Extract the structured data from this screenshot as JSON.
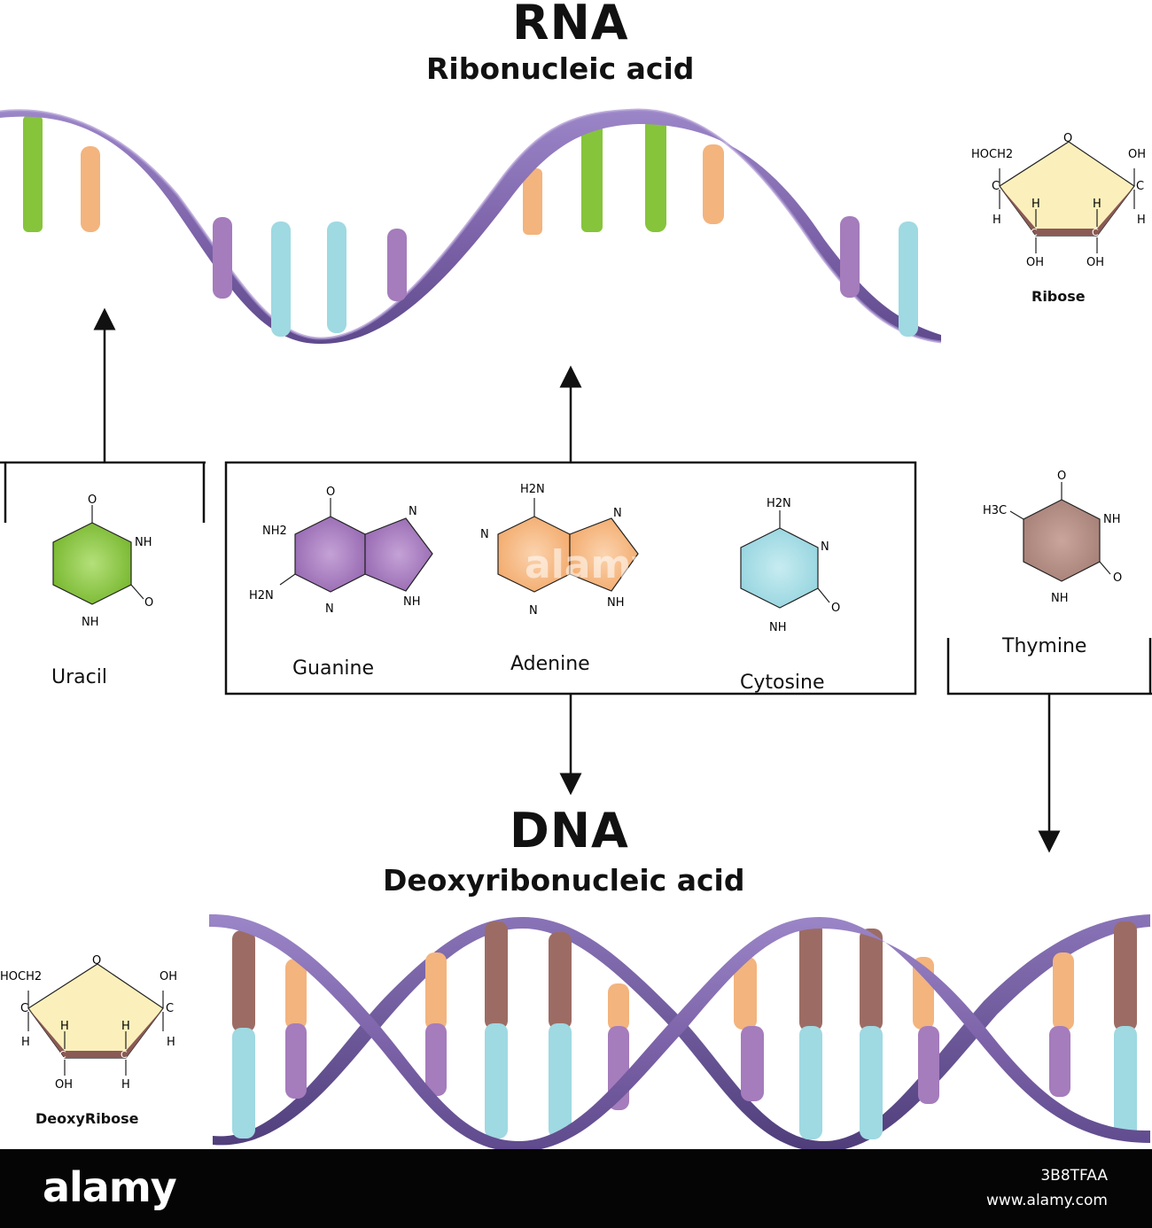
{
  "rna": {
    "title": "RNA",
    "subtitle": "Ribonucleic acid"
  },
  "dna": {
    "title": "DNA",
    "subtitle": "Deoxyribonucleic acid"
  },
  "bases": {
    "uracil": {
      "label": "Uracil",
      "atoms": {
        "o": "O",
        "nh": "NH",
        "o2": "O",
        "nh2": "NH"
      }
    },
    "guanine": {
      "label": "Guanine",
      "atoms": {
        "o": "O",
        "nh2": "NH2",
        "h2n": "H2N",
        "n1": "N",
        "n2": "N",
        "nh": "NH"
      }
    },
    "adenine": {
      "label": "Adenine",
      "atoms": {
        "h2n": "H2N",
        "n1": "N",
        "n2": "N",
        "n3": "N",
        "nh": "NH"
      }
    },
    "cytosine": {
      "label": "Cytosine",
      "atoms": {
        "h2n": "H2N",
        "n": "N",
        "o": "O",
        "nh": "NH"
      }
    },
    "thymine": {
      "label": "Thymine",
      "atoms": {
        "h3c": "H3C",
        "o": "O",
        "nh": "NH",
        "o2": "O",
        "nh2": "NH"
      }
    }
  },
  "sugars": {
    "ribose": {
      "label": "Ribose",
      "atoms": {
        "hoch2": "HOCH2",
        "o": "O",
        "oh_r": "OH",
        "c_l": "C",
        "c_r": "C",
        "h_l": "H",
        "h_r": "H",
        "h_in1": "H",
        "h_in2": "H",
        "c_b1": "C",
        "c_b2": "C",
        "oh_b1": "OH",
        "oh_b2": "OH"
      }
    },
    "deoxyribose": {
      "label": "DeoxyRibose",
      "atoms": {
        "hoch2": "HOCH2",
        "o": "O",
        "oh_r": "OH",
        "c_l": "C",
        "c_r": "C",
        "h_l": "H",
        "h_r": "H",
        "h_in1": "H",
        "h_in2": "H",
        "c_b1": "C",
        "c_b2": "C",
        "oh_b1": "OH",
        "h_b2": "H"
      }
    }
  },
  "colors": {
    "backbone": "#7c62a8",
    "backbone_dark": "#5e4a8c",
    "uracil": "#86c43b",
    "guanine": "#a57cbc",
    "adenine": "#f3b47e",
    "cytosine": "#9fd9e2",
    "thymine": "#9c6c64",
    "sugar_fill": "#fbf0bb",
    "sugar_base": "#8a5a55"
  },
  "footer": {
    "logo": "alamy",
    "image_id": "3B8TFAA",
    "url": "www.alamy.com"
  },
  "watermark": {
    "text": "alamy"
  }
}
